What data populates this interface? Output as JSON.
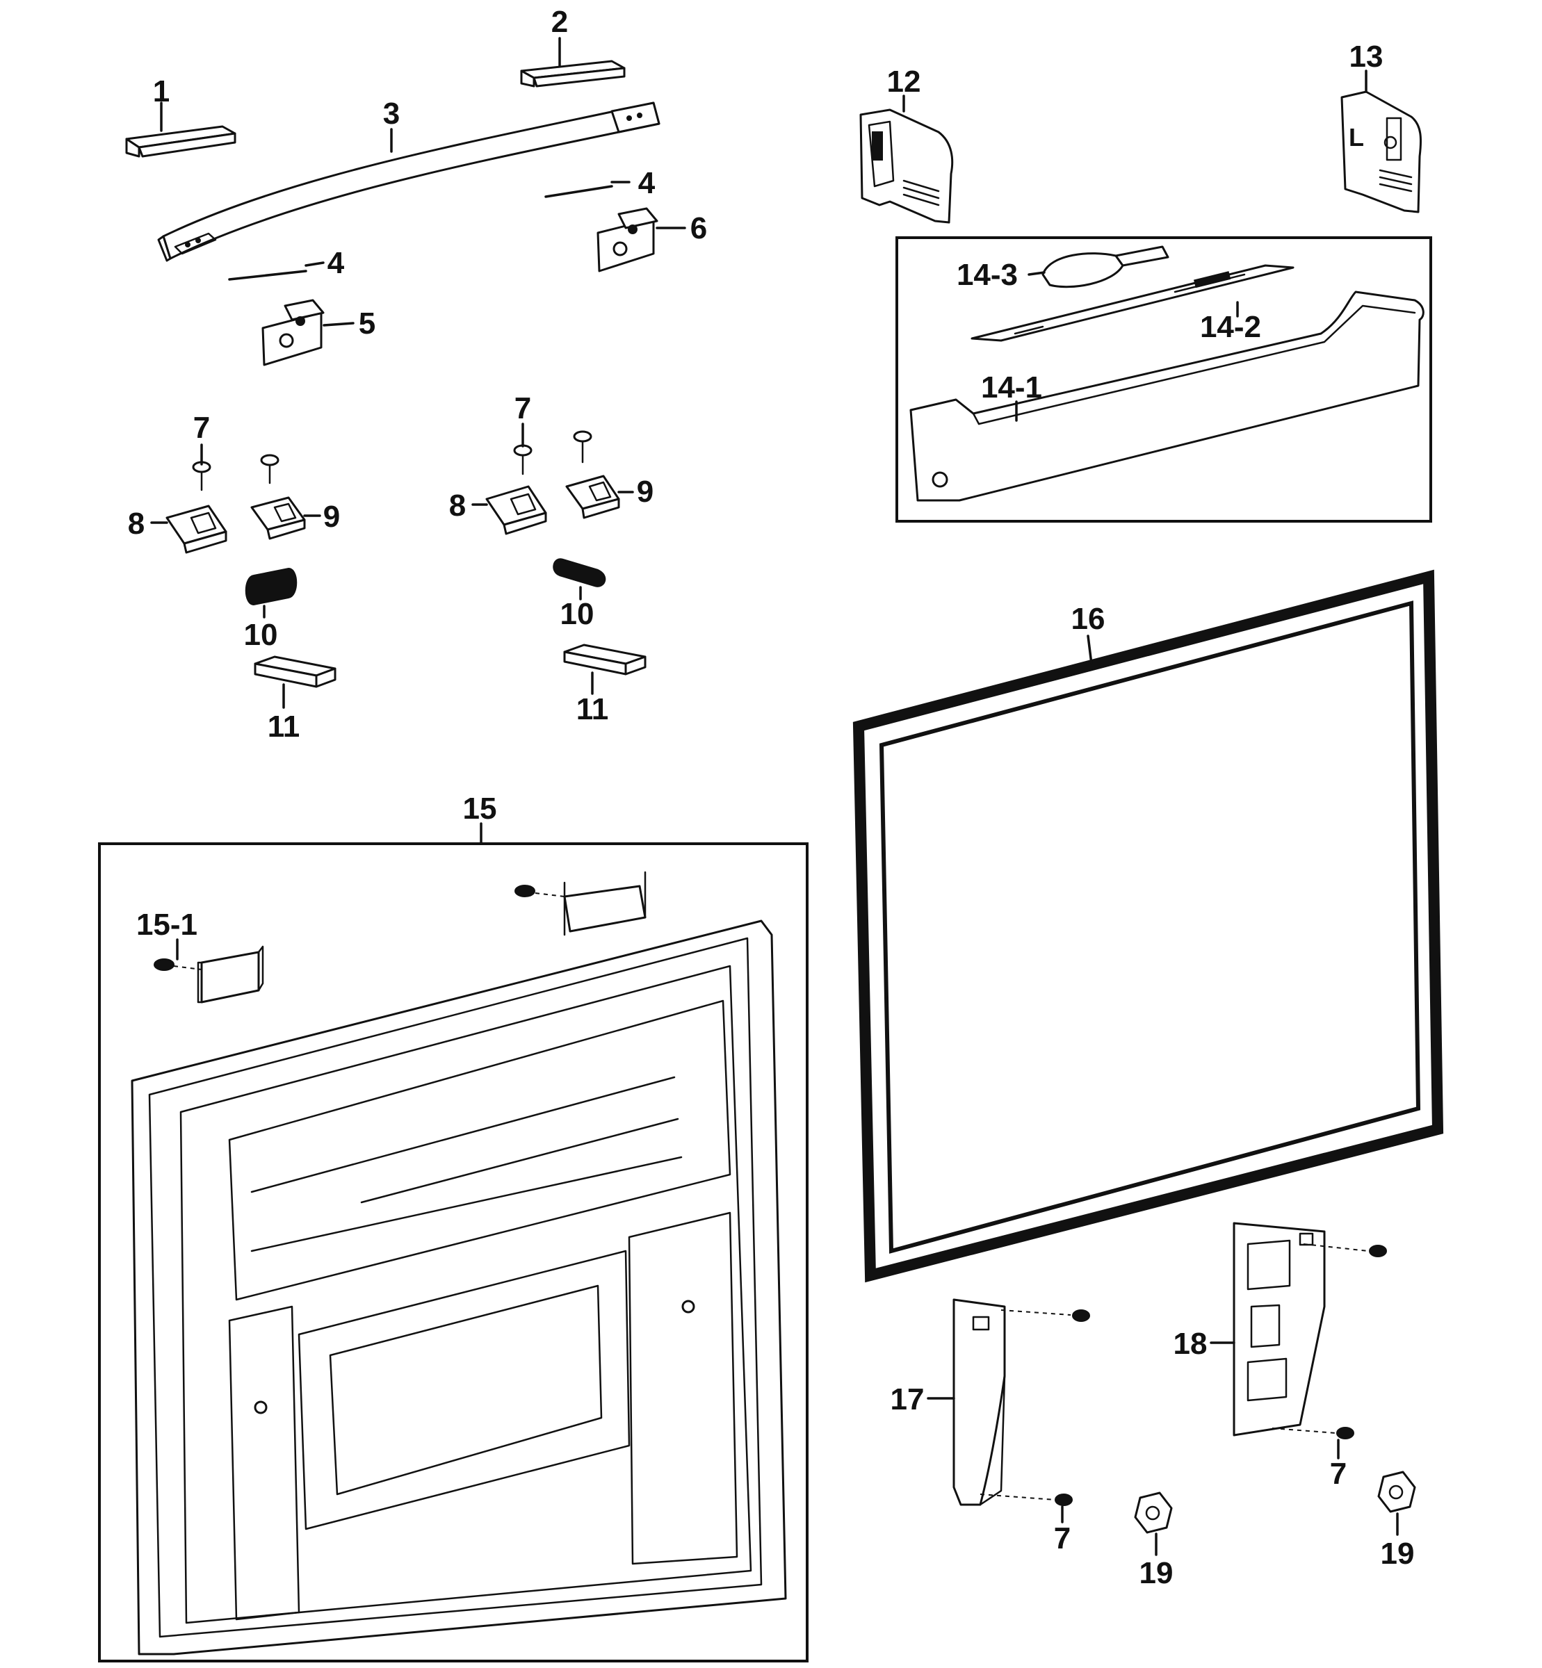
{
  "diagram": {
    "labels": {
      "p1": "1",
      "p2": "2",
      "p3": "3",
      "p4a": "4",
      "p4b": "4",
      "p5": "5",
      "p6": "6",
      "p7a": "7",
      "p7b": "7",
      "p7c": "7",
      "p7d": "7",
      "p8a": "8",
      "p8b": "8",
      "p9a": "9",
      "p9b": "9",
      "p10a": "10",
      "p10b": "10",
      "p11a": "11",
      "p11b": "11",
      "p12": "12",
      "p13": "13",
      "p14_1": "14-1",
      "p14_2": "14-2",
      "p14_3": "14-3",
      "p15": "15",
      "p15_1": "15-1",
      "p16": "16",
      "p17": "17",
      "p18": "18",
      "p19a": "19",
      "p19b": "19"
    },
    "decal_text": "L",
    "colors": {
      "line": "#111111",
      "background": "#ffffff"
    }
  }
}
